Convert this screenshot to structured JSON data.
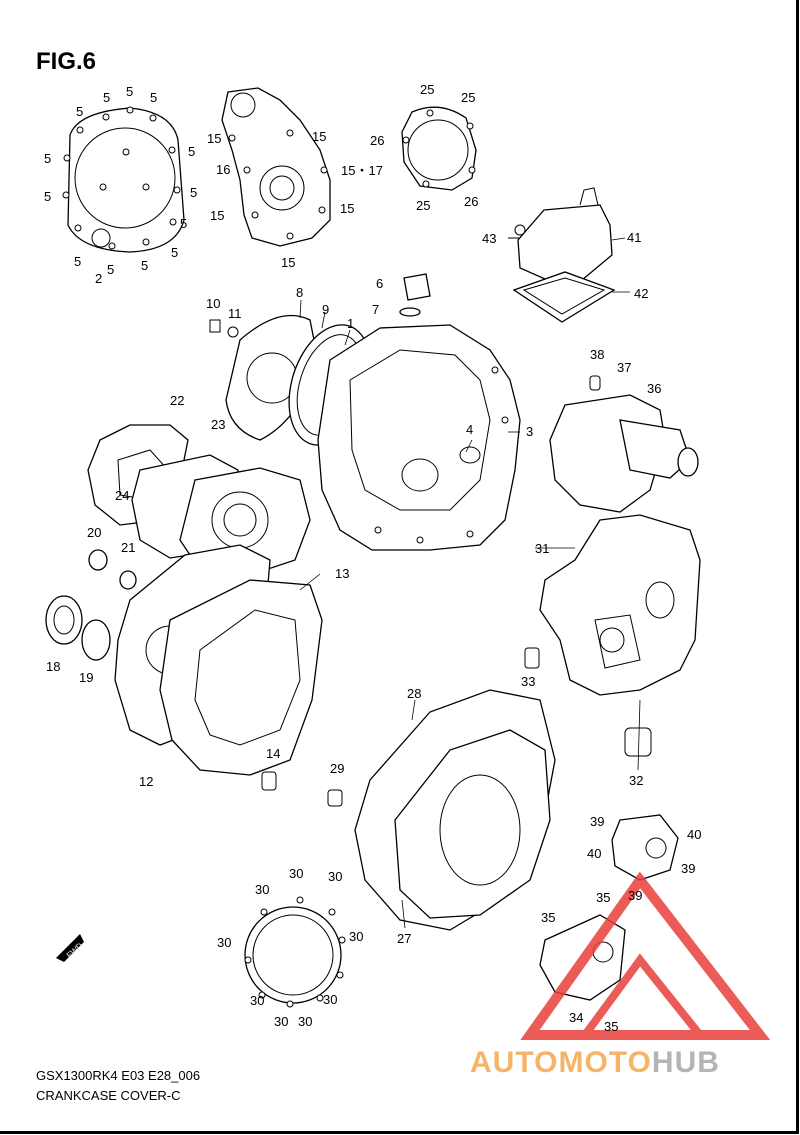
{
  "figure": {
    "title": "FIG.6",
    "model_code": "GSX1300RK4 E03 E28_006",
    "caption": "CRANKCASE COVER-C"
  },
  "watermark": {
    "part_a": "AUTOMOTO",
    "part_b": "HUB",
    "color_a": "#f6b46b",
    "color_b": "#b4b4b4",
    "logo_color": "#e8403c"
  },
  "parts": {
    "p1": "1",
    "p2": "2",
    "p3": "3",
    "p4": "4",
    "p5": "5",
    "p6": "6",
    "p7": "7",
    "p8": "8",
    "p9": "9",
    "p10": "10",
    "p11": "11",
    "p12": "12",
    "p13": "13",
    "p14": "14",
    "p15": "15",
    "p15_17": "15・17",
    "p16": "16",
    "p18": "18",
    "p19": "19",
    "p20": "20",
    "p21": "21",
    "p22": "22",
    "p23": "23",
    "p24": "24",
    "p25": "25",
    "p26": "26",
    "p27": "27",
    "p28": "28",
    "p29": "29",
    "p30": "30",
    "p31": "31",
    "p32": "32",
    "p33": "33",
    "p34": "34",
    "p35": "35",
    "p36": "36",
    "p37": "37",
    "p38": "38",
    "p39": "39",
    "p40": "40",
    "p41": "41",
    "p42": "42",
    "p43": "43"
  },
  "fwd_label": "FWD"
}
